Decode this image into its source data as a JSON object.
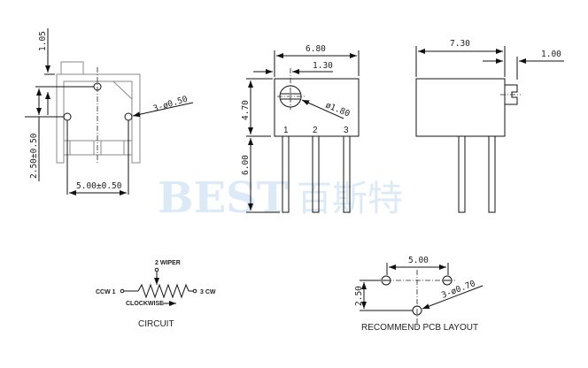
{
  "watermark": {
    "latin": "BEST",
    "chinese": "百斯特",
    "color": "#cfe4f3"
  },
  "side_view": {
    "dim_top": "1.05",
    "dim_left": "2.50±0.50",
    "dim_bottom": "5.00±0.50",
    "dim_pin_dia": "3-ø0.50"
  },
  "front_view": {
    "dim_width": "6.80",
    "dim_offset": "1.30",
    "dim_height": "4.70",
    "dim_pin_length": "6.00",
    "dim_knob_dia": "ø1.80",
    "pin_labels": [
      "1",
      "2",
      "3"
    ]
  },
  "right_view": {
    "dim_depth": "7.30",
    "dim_knob": "1.00"
  },
  "circuit": {
    "title": "CIRCUIT",
    "wiper_label": "2 WIPER",
    "ccw_label": "CCW 1",
    "cw_label": "3 CW",
    "direction_label": "CLOCKWISE"
  },
  "pcb_layout": {
    "title": "RECOMMEND PCB LAYOUT",
    "dim_spacing": "5.00",
    "dim_height": "2.50",
    "dim_hole_dia": "3-ø0.70"
  }
}
